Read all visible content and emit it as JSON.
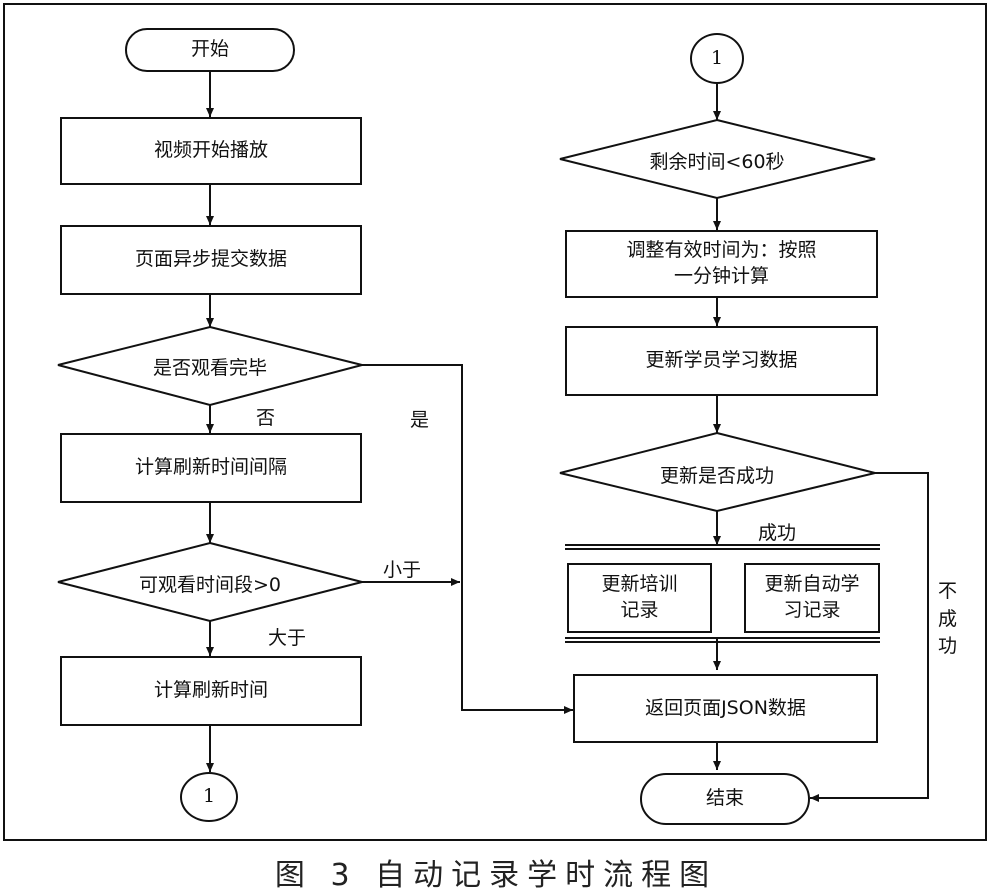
{
  "caption": "图 3  自动记录学时流程图",
  "left": {
    "start": "开始",
    "play": "视频开始播放",
    "submit": "页面异步提交数据",
    "watched_done": "是否观看完毕",
    "label_no": "否",
    "label_yes": "是",
    "calc_interval": "计算刷新时间间隔",
    "segment_check": "可观看时间段>0",
    "label_less": "小于",
    "label_greater": "大于",
    "calc_refresh": "计算刷新时间",
    "connector": "1"
  },
  "right": {
    "connector": "1",
    "remaining": "剩余时间<60秒",
    "adjust": "调整有效时间为：按照\n一分钟计算",
    "update_data": "更新学员学习数据",
    "update_ok": "更新是否成功",
    "label_success": "成功",
    "update_training": "更新培训\n记录",
    "update_auto": "更新自动学\n习记录",
    "label_fail": "不\n成\n功",
    "return_json": "返回页面JSON数据",
    "end": "结束"
  }
}
